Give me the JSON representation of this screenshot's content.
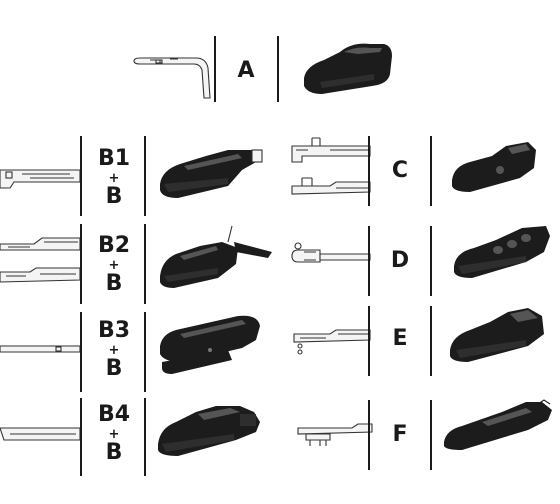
{
  "colors": {
    "text": "#1a1a1a",
    "line": "#1a1a1a",
    "adapter": "#1c1c1c",
    "arm_outline": "#333333"
  },
  "rows": {
    "a": {
      "code": "A"
    },
    "b1": {
      "code": "B1",
      "plus": "+",
      "base": "B"
    },
    "b2": {
      "code": "B2",
      "plus": "+",
      "base": "B"
    },
    "b3": {
      "code": "B3",
      "plus": "+",
      "base": "B"
    },
    "b4": {
      "code": "B4",
      "plus": "+",
      "base": "B"
    },
    "c": {
      "code": "C"
    },
    "d": {
      "code": "D"
    },
    "e": {
      "code": "E"
    },
    "f": {
      "code": "F"
    }
  },
  "icons": {
    "arm": "wiper-arm-hook-icon",
    "adapter": "wiper-adapter-icon"
  }
}
